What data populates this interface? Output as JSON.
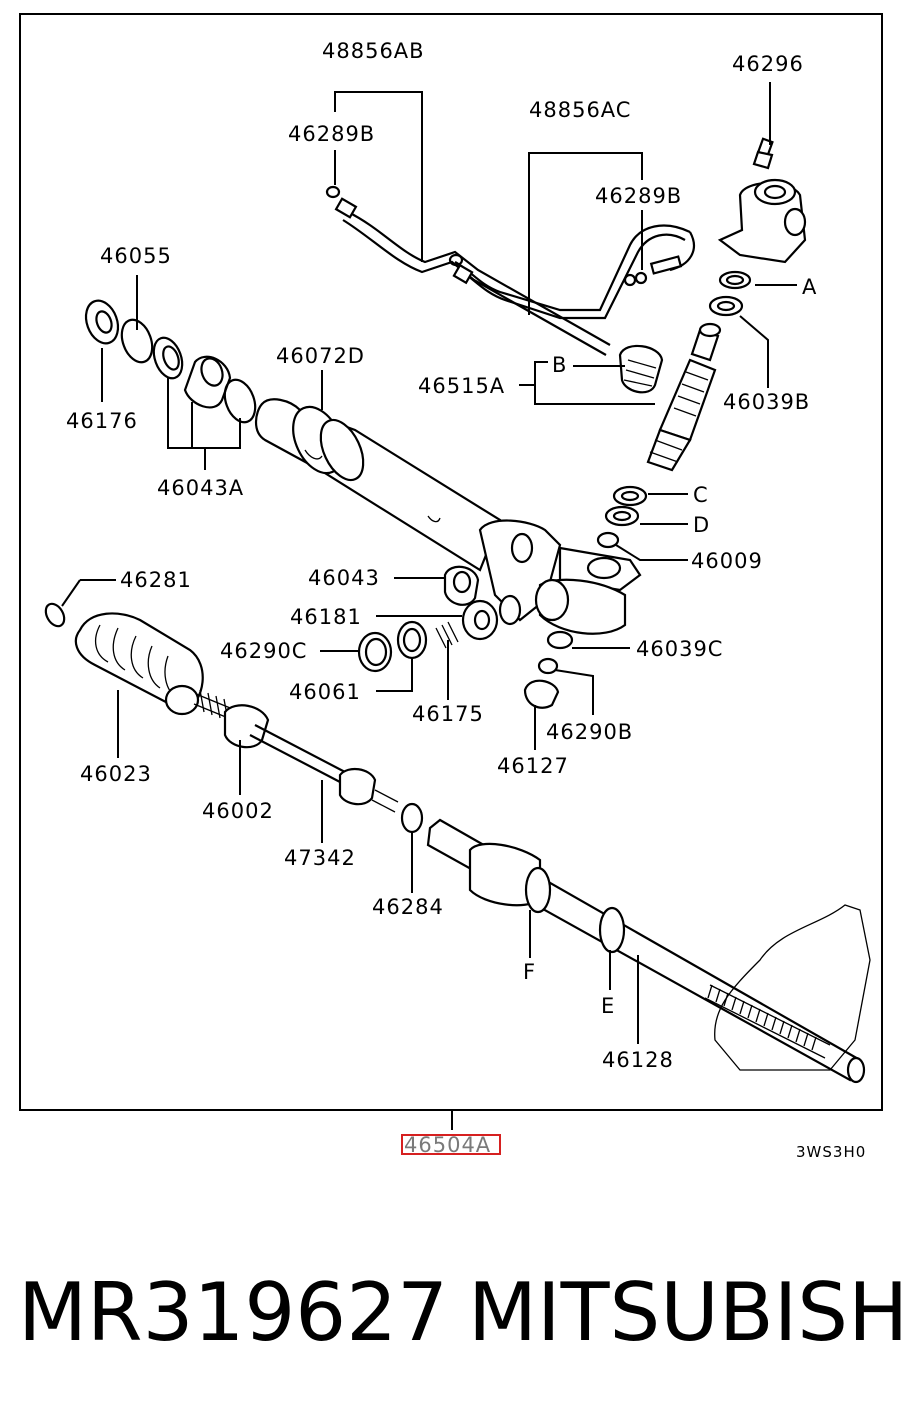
{
  "diagram": {
    "part_labels": {
      "p48856AB": "48856AB",
      "p46289B_1": "46289B",
      "p48856AC": "48856AC",
      "p46289B_2": "46289B",
      "p46296": "46296",
      "pA": "A",
      "p46039B": "46039B",
      "p46055": "46055",
      "p46176": "46176",
      "p46043A": "46043A",
      "p46072D": "46072D",
      "p46515A": "46515A",
      "pB": "B",
      "pC": "C",
      "pD": "D",
      "p46009": "46009",
      "p46281": "46281",
      "p46043": "46043",
      "p46181": "46181",
      "p46290C": "46290C",
      "p46061": "46061",
      "p46175": "46175",
      "p46039C": "46039C",
      "p46290B": "46290B",
      "p46127": "46127",
      "p46023": "46023",
      "p46002": "46002",
      "p47342": "47342",
      "p46284": "46284",
      "pF": "F",
      "pE": "E",
      "p46128": "46128"
    },
    "assembly_label": "46504A",
    "diagram_code": "3WS3H0",
    "highlight_color": "#d62020"
  },
  "caption": {
    "part_number": "MR319627",
    "brand": "MITSUBISHI"
  }
}
